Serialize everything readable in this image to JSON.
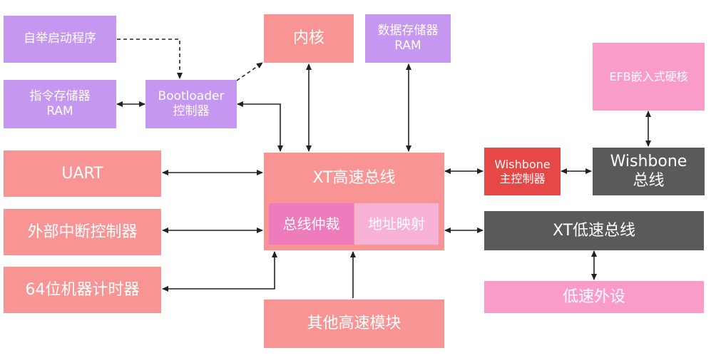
{
  "blocks": {
    "selfboot": "自举启动程序",
    "instr_ram": [
      "指令存储器",
      "RAM"
    ],
    "bootloader": [
      "Bootloader",
      "控制器"
    ],
    "core": "内核",
    "data_ram": [
      "数据存储器",
      "RAM"
    ],
    "efb": "EFB嵌入式硬核",
    "uart": "UART",
    "ext_int": "外部中断控制器",
    "timer64": "64位机器计时器",
    "xt_hs_bus": "XT高速总线",
    "bus_arbiter": "总线仲裁",
    "addr_map": "地址映射",
    "wb_master": [
      "Wishbone",
      "主控制器"
    ],
    "wb_bus": [
      "Wishbone",
      "总线"
    ],
    "xt_ls_bus": "XT低速总线",
    "ls_periph": "低速外设",
    "other_hs": "其他高速模块"
  },
  "colors": {
    "purple": "#c597f0",
    "salmon": "#f99494",
    "pink": "#f99cc9",
    "red": "#e64848",
    "grey": "#5a5a5a",
    "arbiter": "#ee7cbc",
    "addr_map": "#f8b2d6",
    "arrow": "#222222"
  }
}
